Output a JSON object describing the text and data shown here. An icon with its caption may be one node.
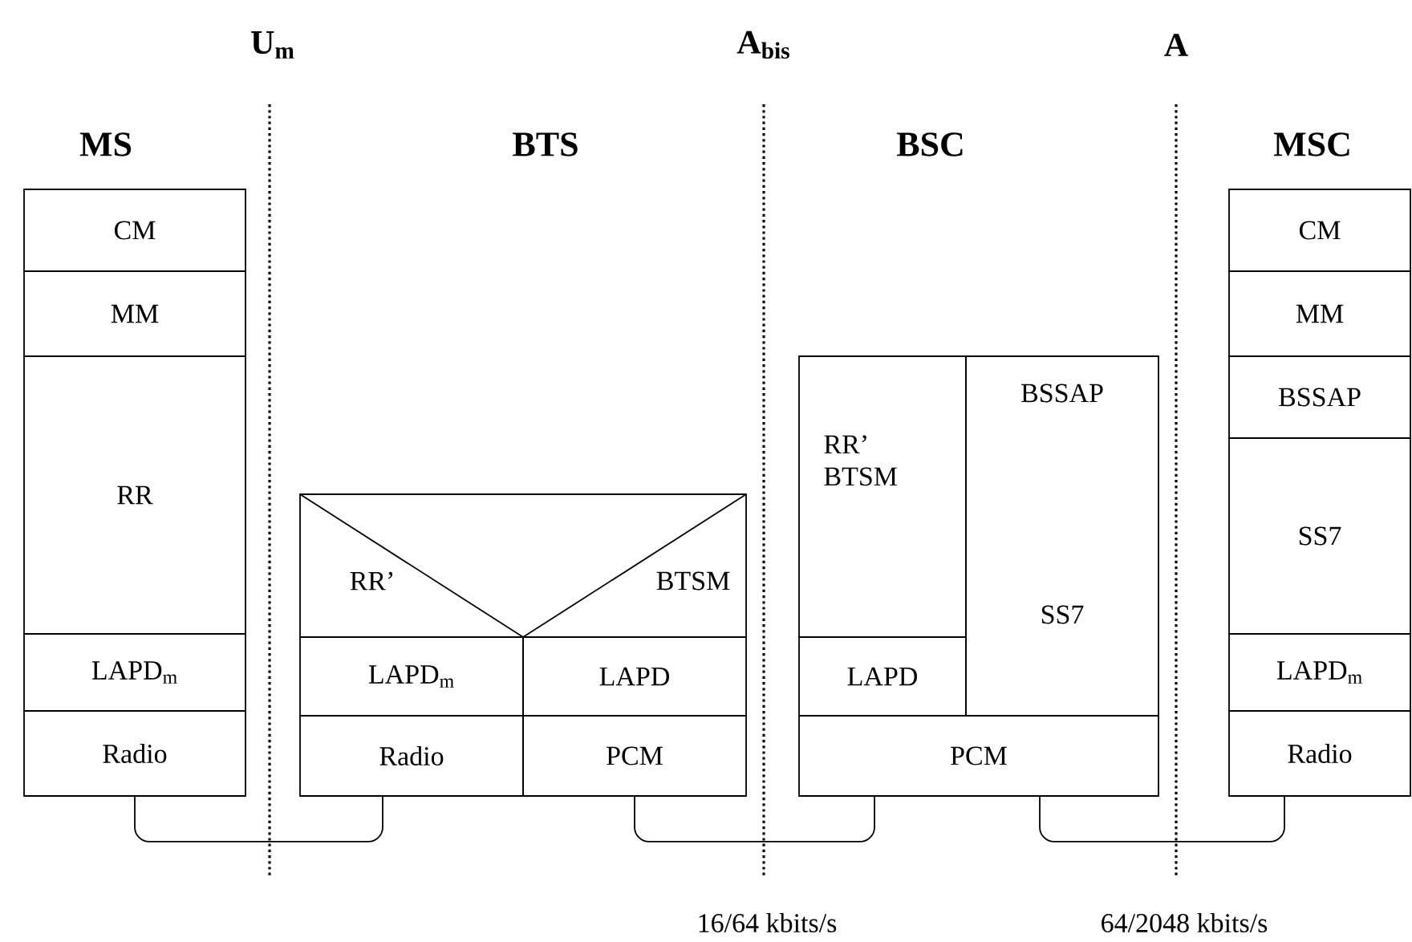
{
  "diagram": {
    "nodes": [
      {
        "text": [
          "CM"
        ]
      },
      {
        "text": [
          "MM"
        ]
      },
      {
        "text": [
          "RR"
        ]
      },
      {
        "text": [
          "LAPD$_{m}$"
        ]
      },
      {
        "text": [
          "Radio"
        ]
      },
      {
        "text": [
          "RR’",
          "BTSM"
        ]
      },
      {
        "text": [
          "LAPD$_{m}$"
        ]
      },
      {
        "text": [
          "LAPD"
        ]
      },
      {
        "text": [
          "Radio"
        ]
      },
      {
        "text": [
          "PCM"
        ]
      },
      {
        "text": [
          "RR’ BTSM"
        ]
      },
      {
        "text": [
          "BSSAP",
          "SS7"
        ]
      },
      {
        "text": [
          "LAPD"
        ]
      },
      {
        "text": [
          "PCM"
        ]
      },
      {
        "text": [
          "CM"
        ]
      },
      {
        "text": [
          "MM"
        ]
      },
      {
        "text": [
          "BSSAP"
        ]
      },
      {
        "text": [
          "SS7"
        ]
      },
      {
        "text": [
          "LAPD$_{m}$"
        ]
      },
      {
        "text": [
          "Radio"
        ]
      }
    ],
    "edges": [
      {
        "from": 4,
        "to": 8,
        "arrow": "none"
      },
      {
        "from": 9,
        "to": 13,
        "arrow": "none"
      },
      {
        "from": 13,
        "to": 19,
        "arrow": "none"
      }
    ],
    "labels": [
      "U$_{m}$",
      "A$_{bis}$",
      "A",
      "MS",
      "BTS",
      "BSC",
      "MSC",
      "16/64 kbits/s",
      "64/2048 kbits/s"
    ]
  }
}
